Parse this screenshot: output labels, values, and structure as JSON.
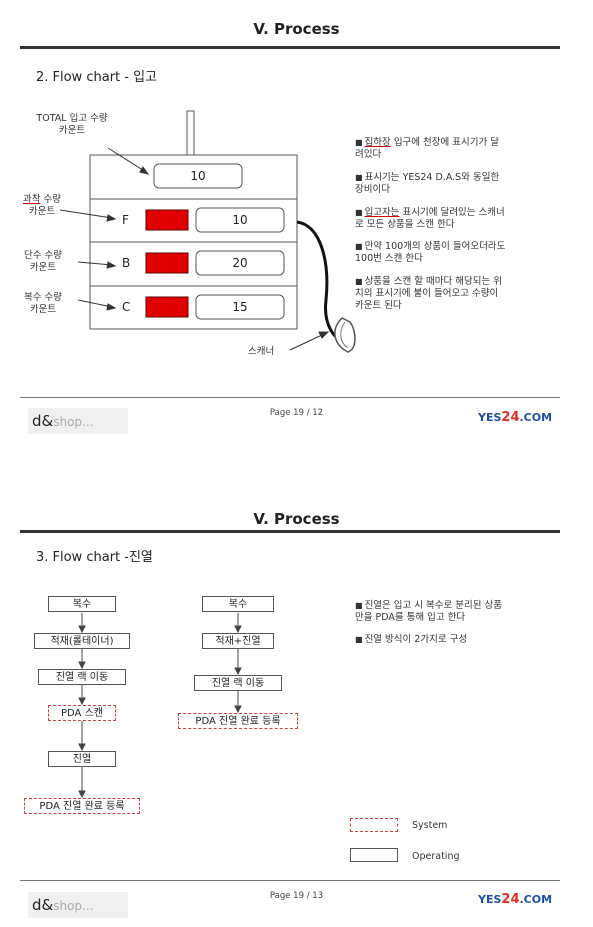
{
  "slides": [
    {
      "title": "V.   Process",
      "subtitle": "2.  Flow chart - 입고",
      "labels": {
        "total": "TOTAL 입고 수량\n카운트",
        "gwachak_u": "과착",
        "gwachak": " 수량\n카운트",
        "dansu": "단수 수량\n카운트",
        "boksu": "복수 수량\n카운트",
        "scanner": "스캐너"
      },
      "display": {
        "total_value": "10",
        "rows": [
          {
            "letter": "F",
            "value": "10"
          },
          {
            "letter": "B",
            "value": "20"
          },
          {
            "letter": "C",
            "value": "15"
          }
        ]
      },
      "bullets": [
        {
          "u": "집하장",
          "t": " 입구에 천장에 표시기가 달\n려있다"
        },
        {
          "u": "",
          "t": "표시기는 YES24 D.A.S와 동일한\n장비이다"
        },
        {
          "u": "입고자는",
          "t": " 표시기에 달려있는 스캐너\n로 모든 상품을 스캔 한다"
        },
        {
          "u": "",
          "t": "만약 100개의 상품이 들어오더라도\n100번 스캔 한다"
        },
        {
          "u": "",
          "t": "상품을 스캔 할 때마다 해당되는 위\n치의 표시기에 불이 들어오고 수량이\n카운트 된다"
        }
      ],
      "page": "Page 19 / 12"
    },
    {
      "title": "V.   Process",
      "subtitle": "3.  Flow chart -진열",
      "flow_left": [
        {
          "text": "복수",
          "type": "op"
        },
        {
          "text": "적재(롤테이너)",
          "type": "op"
        },
        {
          "text": "진열 랙 이동",
          "type": "op"
        },
        {
          "text": "PDA 스캔",
          "type": "sys"
        },
        {
          "text": "진열",
          "type": "op"
        },
        {
          "text": "PDA 진열 완료 등록",
          "type": "sys"
        }
      ],
      "flow_right": [
        {
          "text": "복수",
          "type": "op"
        },
        {
          "text": "적재+진열",
          "type": "op"
        },
        {
          "text": "진열 랙 이동",
          "type": "op"
        },
        {
          "text": "PDA 진열 완료 등록",
          "type": "sys"
        }
      ],
      "bullets": [
        {
          "u": "",
          "t": "진열은 입고 시 복수로 분리된 상품\n만을 PDA를 통해 입고 한다"
        },
        {
          "u": "",
          "t": "진열 방식이 2가지로 구성"
        }
      ],
      "legend": {
        "system": "System",
        "operating": "Operating"
      },
      "page": "Page 19 / 13"
    }
  ],
  "logos": {
    "dshop_main": "d&",
    "dshop_small": "shop...",
    "yes24_a": "YES",
    "yes24_n": "24",
    "yes24_b": ".COM"
  },
  "colors": {
    "red": "#e00000",
    "rule": "#333333",
    "brand_blue": "#1e4fa8"
  },
  "icons": [
    "scanner-icon",
    "bullet-square-icon"
  ]
}
